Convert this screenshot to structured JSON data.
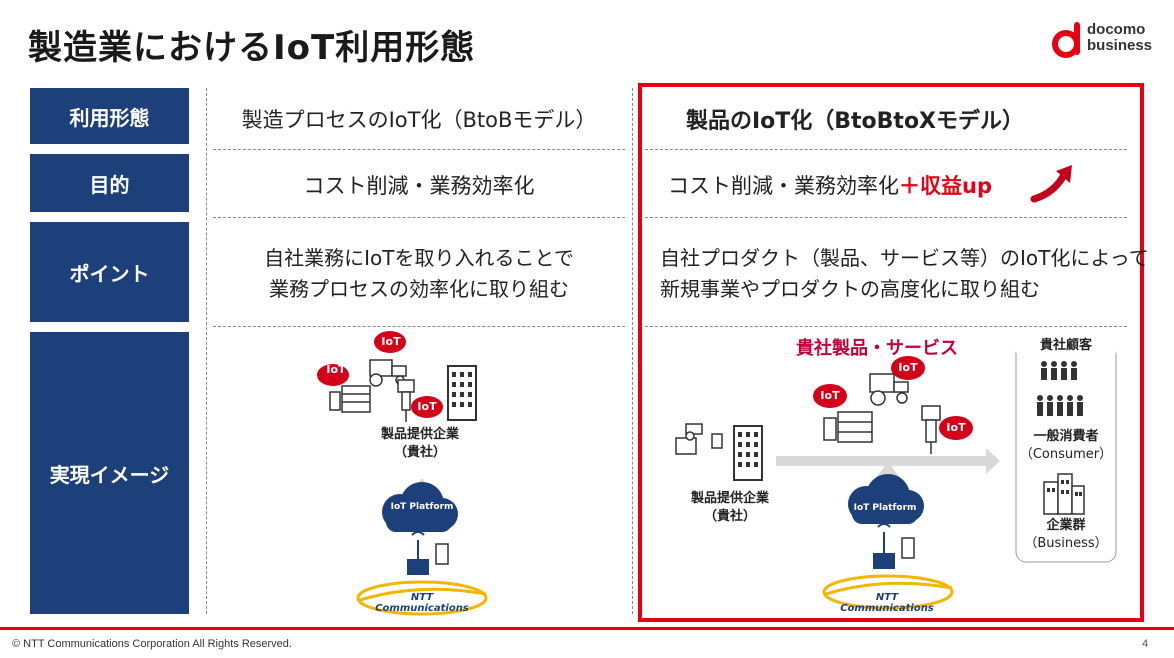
{
  "title": "製造業におけるIoT利用形態",
  "logo": {
    "line1": "docomo",
    "line2": "business"
  },
  "rows": [
    {
      "label": "利用形態"
    },
    {
      "label": "目的"
    },
    {
      "label": "ポイント"
    },
    {
      "label": "実現イメージ"
    }
  ],
  "left": {
    "mode": "製造プロセスのIoT化（BtoBモデル）",
    "purpose": "コスト削減・業務効率化",
    "point_line1": "自社業務にIoTを取り入れることで",
    "point_line2": "業務プロセスの効率化に取り組む",
    "company_line1": "製品提供企業",
    "company_line2": "（貴社）",
    "platform": "IoT Platform",
    "ntt": "NTT Communications",
    "iot_badge": "IoT"
  },
  "right": {
    "mode": "製品のIoT化（BtoBtoXモデル）",
    "purpose": "コスト削減・業務効率化",
    "purpose_plus": "＋収益up",
    "point_line1": "自社プロダクト（製品、サービス等）のIoT化によって",
    "point_line2": "新規事業やプロダクトの高度化に取り組む",
    "product_service": "貴社製品・サービス",
    "company_line1": "製品提供企業",
    "company_line2": "（貴社）",
    "customers": "貴社顧客",
    "consumer_jp": "一般消費者",
    "consumer_en": "（Consumer）",
    "business_jp": "企業群",
    "business_en": "（Business）",
    "platform": "IoT Platform",
    "ntt": "NTT Communications",
    "iot_badge": "IoT"
  },
  "footer": "© NTT Communications Corporation All Rights Reserved.",
  "page_number": "4",
  "colors": {
    "navy": "#1d3f7a",
    "red": "#e60012",
    "badge": "#d4001a"
  }
}
